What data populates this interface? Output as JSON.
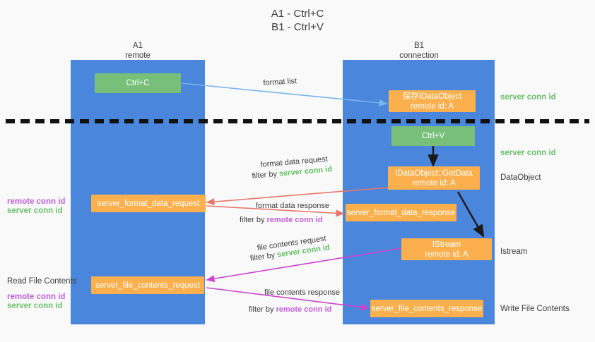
{
  "title": {
    "line1": "A1 - Ctrl+C",
    "line2": "B1 - Ctrl+V"
  },
  "columns": [
    {
      "name": "A1",
      "sub": "remote"
    },
    {
      "name": "B1",
      "sub": "connection"
    }
  ],
  "boxes": {
    "ctrl_c": {
      "line1": "Ctrl+C",
      "line2": ""
    },
    "save_idataobject": {
      "line1": "保存IDataObject",
      "line2": "remote id: A"
    },
    "ctrl_v": {
      "line1": "Ctrl+V",
      "line2": ""
    },
    "getdata": {
      "line1": "IDataObject::GetData",
      "line2": "remote id: A"
    },
    "server_format_data_request": {
      "line1": "server_format_data_request",
      "line2": ""
    },
    "server_format_data_response": {
      "line1": "server_format_data_response",
      "line2": ""
    },
    "istream": {
      "line1": "IStream",
      "line2": "remote id: A"
    },
    "server_file_contents_request": {
      "line1": "server_file_contents_request",
      "line2": ""
    },
    "server_file_contents_response": {
      "line1": "server_file_contents_response",
      "line2": ""
    }
  },
  "right_labels": {
    "server_conn_id_top": "server conn id",
    "server_conn_id_mid": "server conn id",
    "dataobject": "DataObject",
    "istream": "Istream",
    "write_file_contents": "Write File Contents"
  },
  "left_labels": {
    "remote_conn_id_1": "remote conn id",
    "server_conn_id_1": "server conn id",
    "read_file_contents": "Read File Contents",
    "remote_conn_id_2": "remote conn id",
    "server_conn_id_2": "server conn id"
  },
  "edges": {
    "format_list": "format list",
    "format_data_request": "format data request",
    "format_data_request_filter_prefix": "filter by ",
    "format_data_request_filter_value": "server conn id",
    "format_data_response": "format data response",
    "format_data_response_filter_prefix": "filter by ",
    "format_data_response_filter_value": "remote conn id",
    "file_contents_request": "file contents request",
    "file_contents_request_filter_prefix": "filter by ",
    "file_contents_request_filter_value": "server conn id",
    "file_contents_response": "file contents response",
    "file_contents_response_filter_prefix": "filter by ",
    "file_contents_response_filter_value": "remote conn id"
  },
  "colors": {
    "lane": "#4a86db",
    "green_box": "#78c07a",
    "orange_box": "#fbb04d",
    "blue_arrow": "#7ab4e8",
    "red_arrow": "#e8766a",
    "magenta_arrow": "#cc44cc",
    "black_arrow": "#1a1a1a",
    "green_text": "#5fbf61",
    "purple_text": "#c05fd6",
    "background": "#f9f9f9"
  }
}
